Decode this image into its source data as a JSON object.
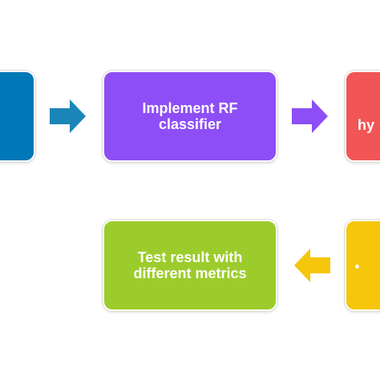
{
  "diagram": {
    "colors": {
      "blue": "#0077b6",
      "purple": "#8d4ef5",
      "red": "#f25555",
      "green": "#9ccc2c",
      "yellow": "#f5c60a",
      "arrow_blue": "#1b85b8",
      "arrow_purple": "#8d4ef5",
      "arrow_yellow": "#f5c60a"
    },
    "boxes": {
      "rf": {
        "line1": "Implement RF",
        "line2": "classifier"
      },
      "red_partial": {
        "text": "hy"
      },
      "test": {
        "line1": "Test result with",
        "line2": "different metrics"
      }
    },
    "arrows": [
      {
        "direction": "right",
        "color_key": "arrow_blue"
      },
      {
        "direction": "right",
        "color_key": "arrow_purple"
      },
      {
        "direction": "left",
        "color_key": "arrow_yellow"
      }
    ]
  }
}
